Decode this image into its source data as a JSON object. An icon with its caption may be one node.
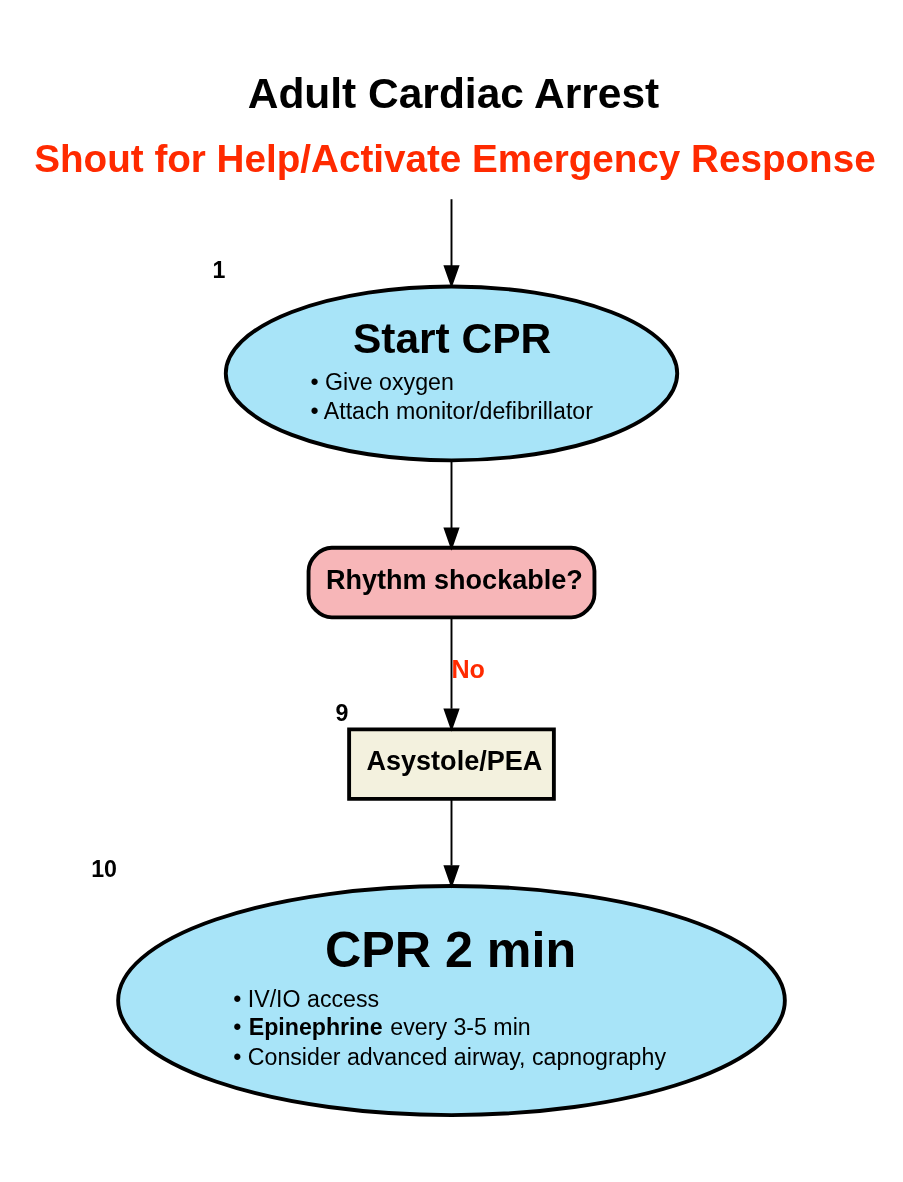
{
  "diagram": {
    "title": "Adult Cardiac Arrest",
    "nodes": [
      {
        "text": [
          "Shout for Help/Activate Emergency Response"
        ]
      },
      {
        "text": [
          "Start CPR",
          "• Give oxygen",
          "• Attach monitor/defibrillator"
        ],
        "beside": [
          "1"
        ]
      },
      {
        "text": [
          "Rhythm shockable?"
        ]
      },
      {
        "text": [
          "Asystole/PEA"
        ],
        "beside": [
          "9"
        ]
      },
      {
        "text": [
          "CPR 2 min",
          "• IV/IO access",
          "• **Epinephrine** every 3-5 min",
          "• Consider advanced airway, capnography"
        ],
        "beside": [
          "10"
        ]
      }
    ],
    "edges": [
      {
        "from": 0,
        "to": 1,
        "arrow": "to"
      },
      {
        "from": 1,
        "to": 2,
        "arrow": "to"
      },
      {
        "from": 2,
        "to": 3,
        "arrow": "to",
        "label": "No"
      },
      {
        "from": 3,
        "to": 4,
        "arrow": "to"
      }
    ]
  }
}
